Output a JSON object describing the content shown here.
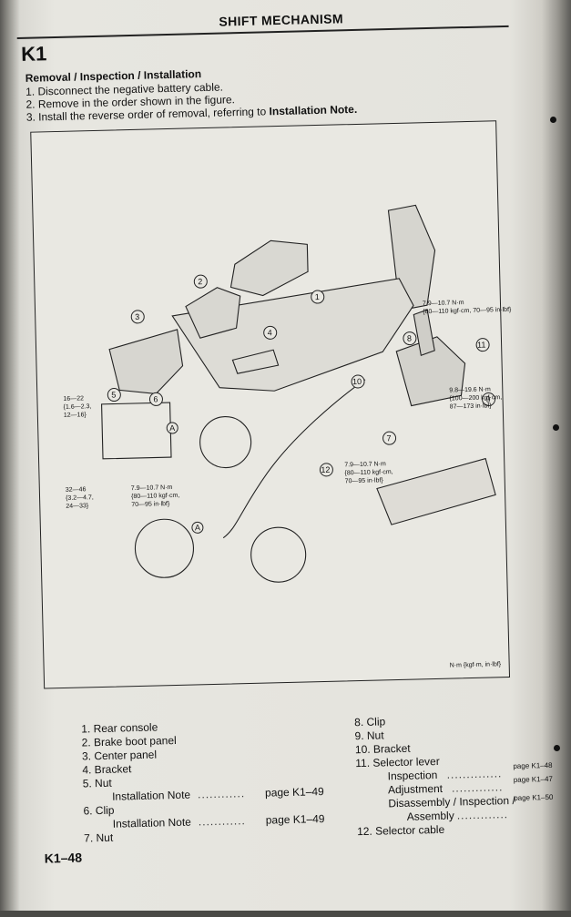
{
  "header": {
    "title": "SHIFT MECHANISM",
    "section_code": "K1"
  },
  "procedure": {
    "title": "Removal / Inspection / Installation",
    "steps": [
      "1. Disconnect the negative battery cable.",
      "2. Remove in the order shown in the figure.",
      "3. Install the reverse order of removal, referring to"
    ],
    "step3_bold": "Installation Note."
  },
  "figure": {
    "callouts": [
      "1",
      "2",
      "3",
      "4",
      "5",
      "6",
      "7",
      "8",
      "9",
      "10",
      "11",
      "12"
    ],
    "detail_marker": "A",
    "torque_specs": {
      "t1_line1": "7.9—10.7 N·m",
      "t1_line2": "{80—110 kgf·cm, 70—95 in·lbf}",
      "t2_line1": "9.8—19.6 N·m",
      "t2_line2": "{100—200 kgf·cm,",
      "t2_line3": "87—173 in·lbf}",
      "t3_line1": "16—22",
      "t3_line2": "{1.6—2.3,",
      "t3_line3": "12—16}",
      "t4_line1": "32—46",
      "t4_line2": "{3.2—4.7,",
      "t4_line3": "24—33}",
      "t5_line1": "7.9—10.7 N·m",
      "t5_line2": "{80—110 kgf·cm,",
      "t5_line3": "70—95 in·lbf}",
      "t6_line1": "7.9—10.7 N·m",
      "t6_line2": "{80—110 kgf·cm,",
      "t6_line3": "70—95 in·lbf}"
    },
    "unit_note": "N·m {kgf·m, in·lbf}"
  },
  "parts_left": [
    "1. Rear console",
    "2. Brake boot panel",
    "3. Center panel",
    "4. Bracket",
    "5. Nut",
    "Installation Note",
    "6. Clip",
    "Installation Note",
    "7. Nut"
  ],
  "page_refs": {
    "k149a": "page K1–49",
    "k149b": "page K1–49"
  },
  "parts_right": [
    "8. Clip",
    "9. Nut",
    "10. Bracket",
    "11. Selector lever",
    "Inspection",
    "Adjustment",
    "Disassembly / Inspection /",
    "Assembly",
    "12. Selector cable"
  ],
  "right_refs": {
    "inspection": "page K1–48",
    "adjustment": "page K1–47",
    "disassembly": "page K1–50"
  },
  "footer": {
    "page_number": "K1–48"
  }
}
